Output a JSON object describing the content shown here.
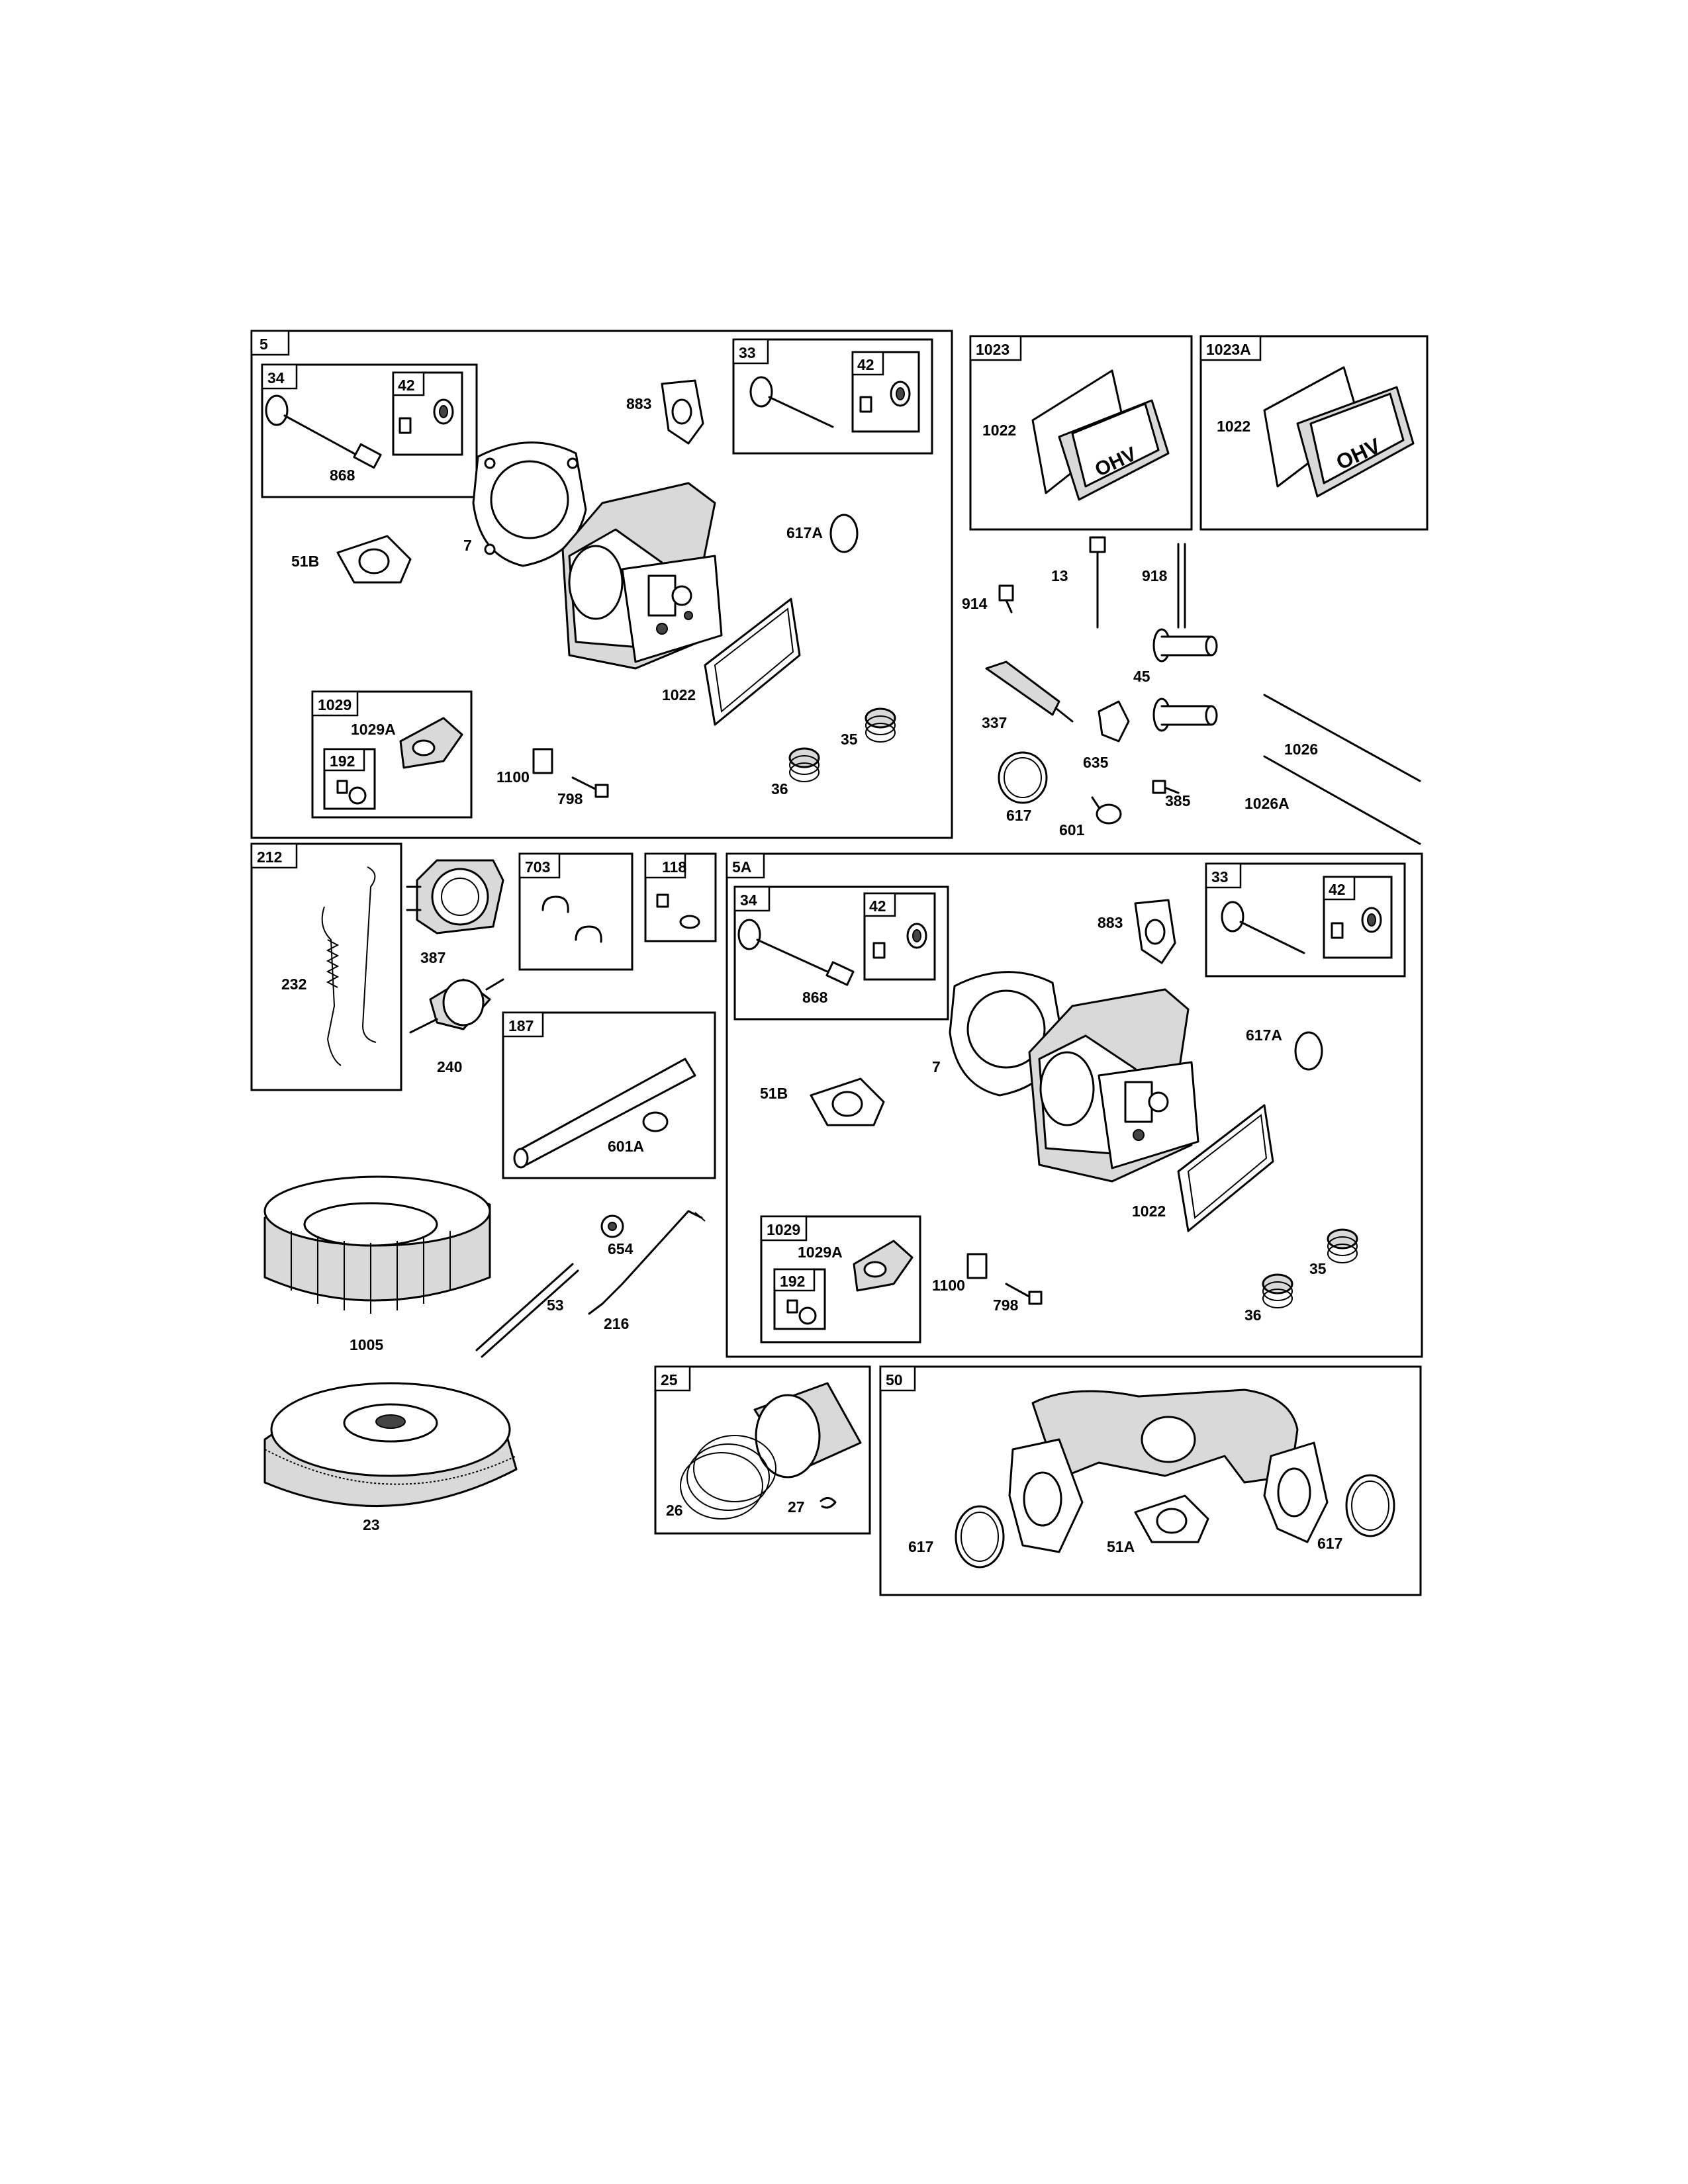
{
  "groups": {
    "g5": "5",
    "g34": "34",
    "g42": "42",
    "g33": "33",
    "g1029": "1029",
    "g192": "192",
    "g1023": "1023",
    "g1023A": "1023A",
    "g212": "212",
    "g703": "703",
    "g118": "118",
    "g187": "187",
    "g5A": "5A",
    "g25": "25",
    "g50": "50"
  },
  "labels": {
    "p883": "883",
    "p868": "868",
    "p51B": "51B",
    "p7": "7",
    "p617A": "617A",
    "p1022": "1022",
    "p1029A": "1029A",
    "p1100": "1100",
    "p798": "798",
    "p35": "35",
    "p36": "36",
    "p13": "13",
    "p918": "918",
    "p914": "914",
    "p45": "45",
    "p337": "337",
    "p635": "635",
    "p617": "617",
    "p601": "601",
    "p385": "385",
    "p1026": "1026",
    "p1026A": "1026A",
    "p232": "232",
    "p387": "387",
    "p240": "240",
    "p601A": "601A",
    "p654": "654",
    "p53": "53",
    "p216": "216",
    "p1005": "1005",
    "p23": "23",
    "p26": "26",
    "p27": "27",
    "p51A": "51A"
  },
  "cover_text": "OHV"
}
